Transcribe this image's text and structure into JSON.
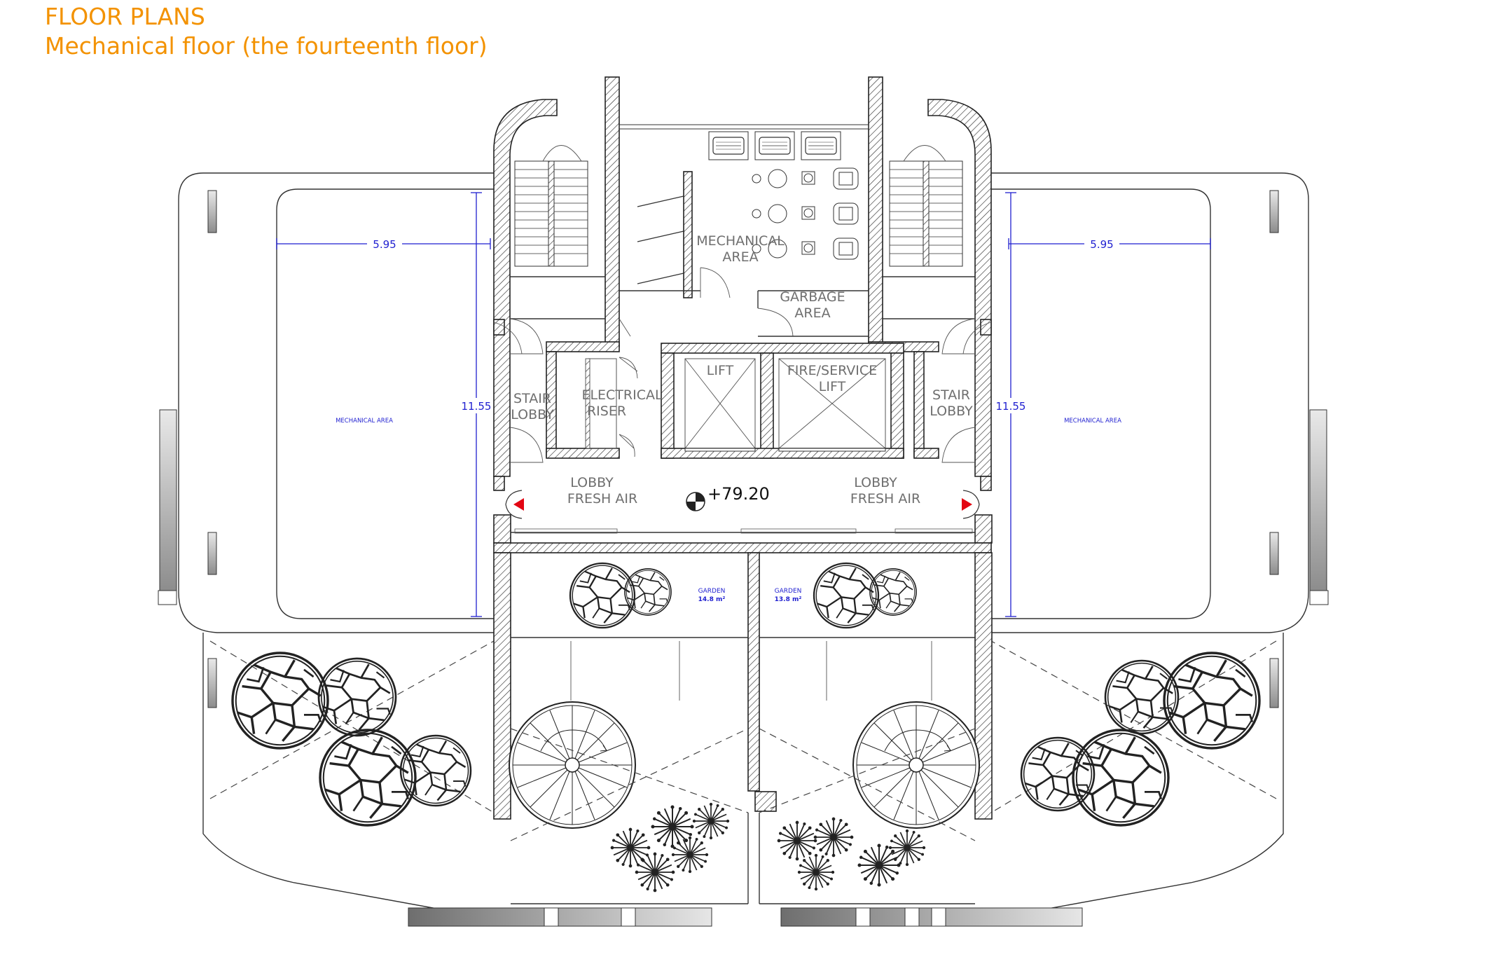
{
  "header": {
    "title": "FLOOR PLANS",
    "subtitle": "Mechanical floor (the fourteenth floor)"
  },
  "colors": {
    "title": "#F39200",
    "dimension": "#1F1FD0",
    "wall_line": "#222222",
    "marker": "#E30613"
  },
  "rooms": {
    "mechanical_center": [
      "MECHANICAL",
      "AREA"
    ],
    "garbage": [
      "GARBAGE",
      "AREA"
    ],
    "stair_lobby_left": [
      "STAIR",
      "LOBBY"
    ],
    "electrical_riser": [
      "ELECTRICAL",
      "RISER"
    ],
    "lift": "LIFT",
    "fire_service_lift": [
      "FIRE/SERVICE",
      "LIFT"
    ],
    "stair_lobby_right": [
      "STAIR",
      "LOBBY"
    ],
    "lobby_fresh_air_left": [
      "LOBBY",
      "FRESH AIR"
    ],
    "lobby_fresh_air_right": [
      "LOBBY",
      "FRESH AIR"
    ],
    "mechanical_area_left": "MECHANICAL AREA",
    "mechanical_area_right": "MECHANICAL AREA"
  },
  "gardens": [
    {
      "label": "GARDEN",
      "area": "14.8 m²"
    },
    {
      "label": "GARDEN",
      "area": "13.8 m²"
    }
  ],
  "dimensions": {
    "left_width": "5.95",
    "right_width": "5.95",
    "left_height": "11.55",
    "right_height": "11.55"
  },
  "level": "+79.20",
  "icons": [
    "door-swing-icon",
    "tree-icon",
    "shrub-icon",
    "spiral-stair-icon",
    "level-marker-icon",
    "section-marker-icon"
  ]
}
